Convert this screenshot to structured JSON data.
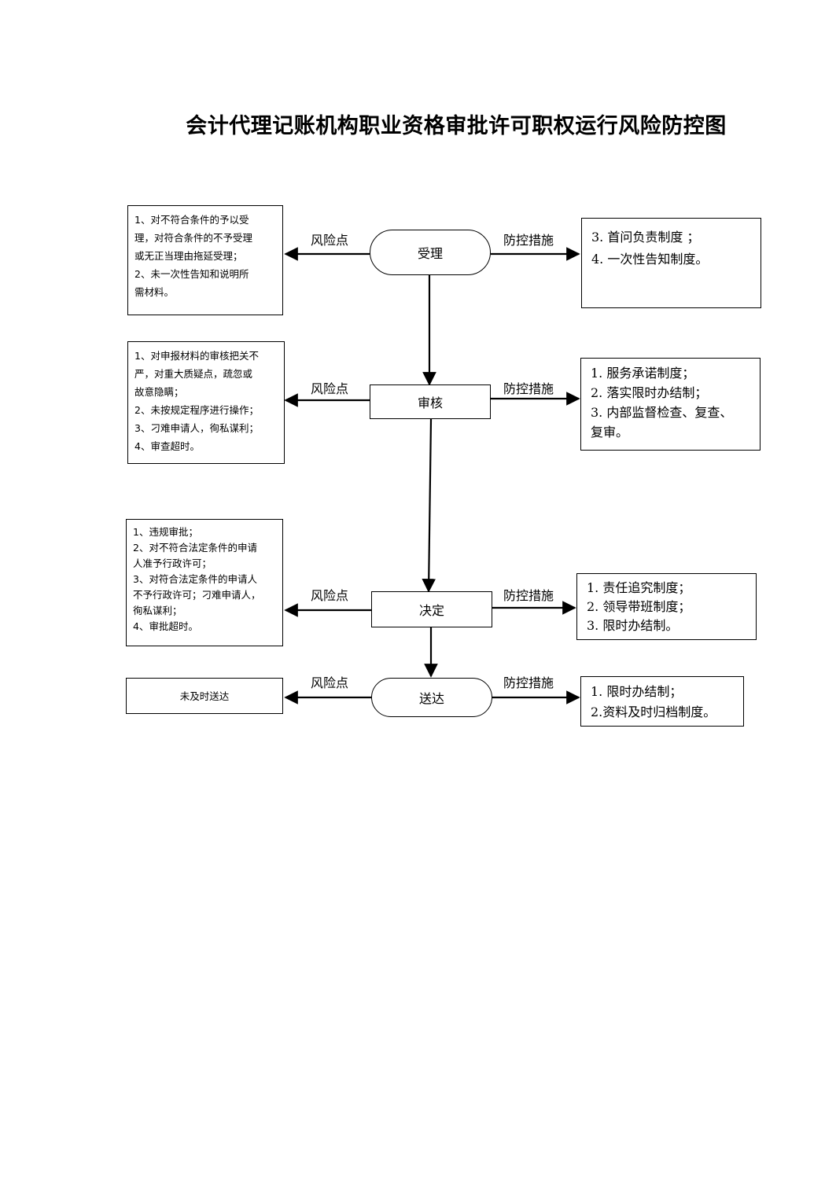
{
  "title": "会计代理记账机构职业资格审批许可职权运行风险防控图",
  "labels": {
    "risk": "风险点",
    "measure": "防控措施"
  },
  "steps": [
    {
      "name": "受理",
      "risks": [
        "1、对不符合条件的予以受",
        "理，对符合条件的不予受理",
        "或无正当理由拖延受理；",
        "2、未一次性告知和说明所",
        "需材料。"
      ],
      "measures": [
        "3.  首问负责制度    ；",
        "4.  一次性告知制度。"
      ]
    },
    {
      "name": "审核",
      "risks": [
        "1、对申报材料的审核把关不",
        "严，对重大质疑点，疏忽或",
        "故意隐瞒；",
        "2、未按规定程序进行操作；",
        "3、刁难申请人，徇私谋利；",
        "4、审查超时。"
      ],
      "measures": [
        "1. 服务承诺制度；",
        "2. 落实限时办结制；",
        "3. 内部监督检查、复查、",
        "复审。"
      ]
    },
    {
      "name": "决定",
      "risks": [
        "1、违规审批；",
        "2、对不符合法定条件的申请",
        "人准予行政许可；",
        "3、对符合法定条件的申请人",
        "不予行政许可；刁难申请人，",
        "徇私谋利；",
        "4、审批超时。"
      ],
      "measures": [
        "1. 责任追究制度；",
        "2. 领导带班制度；",
        "3. 限时办结制。"
      ]
    },
    {
      "name": "送达",
      "risks": [
        "未及时送达"
      ],
      "measures": [
        "1. 限时办结制；",
        "2.资料及时归档制度。"
      ]
    }
  ]
}
